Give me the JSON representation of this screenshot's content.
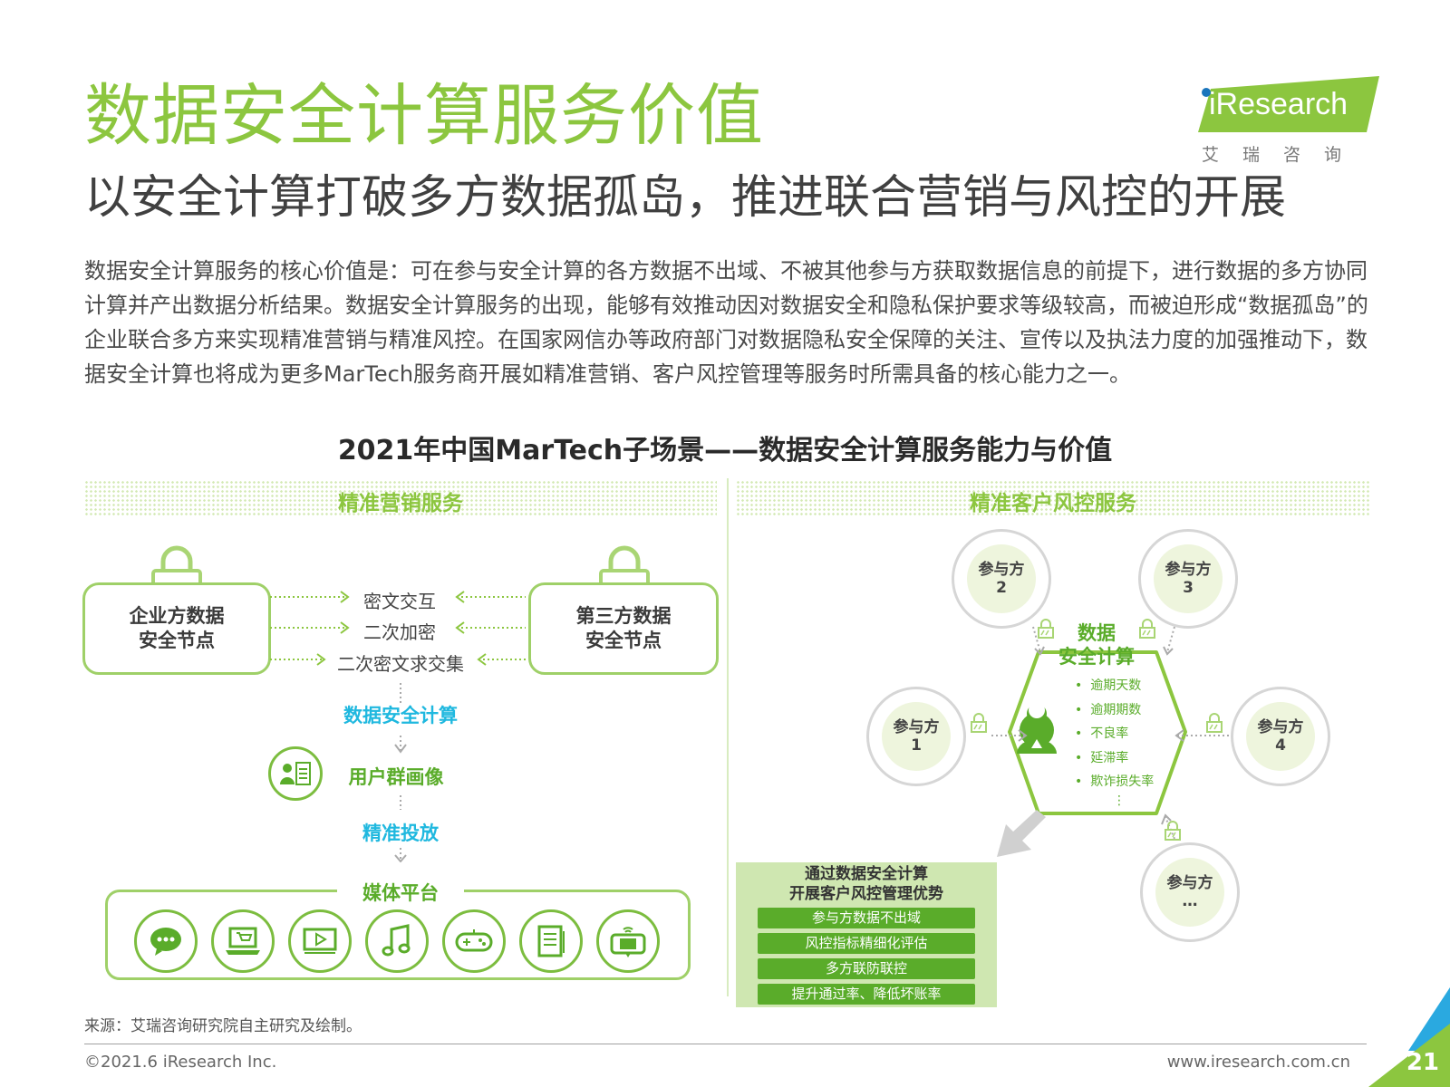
{
  "header": {
    "title": "数据安全计算服务价值",
    "subtitle": "以安全计算打破多方数据孤岛，推进联合营销与风控的开展",
    "logo_text": "iResearch",
    "logo_cn": "艾瑞咨询"
  },
  "body_text": "数据安全计算服务的核心价值是：可在参与安全计算的各方数据不出域、不被其他参与方获取数据信息的前提下，进行数据的多方协同计算并产出数据分析结果。数据安全计算服务的出现，能够有效推动因对数据安全和隐私保护要求等级较高，而被迫形成“数据孤岛”的企业联合多方来实现精准营销与精准风控。在国家网信办等政府部门对数据隐私安全保障的关注、宣传以及执法力度的加强推动下，数据安全计算也将成为更多MarTech服务商开展如精准营销、客户风控管理等服务时所需具备的核心能力之一。",
  "diagram": {
    "title": "2021年中国MarTech子场景——数据安全计算服务能力与价值",
    "left": {
      "label": "精准营销服务",
      "enterprise_node": "企业方数据\n安全节点",
      "third_party_node": "第三方数据\n安全节点",
      "exchanges": [
        "密文交互",
        "二次加密",
        "二次密文求交集"
      ],
      "step_compute": "数据安全计算",
      "step_profile": "用户群画像",
      "step_delivery": "精准投放",
      "media_title": "媒体平台",
      "media_icons": [
        "chat-icon",
        "shop-laptop-icon",
        "video-icon",
        "music-icon",
        "gamepad-icon",
        "news-icon",
        "tablet-media-icon"
      ]
    },
    "right": {
      "label": "精准客户风控服务",
      "center_title": "数据\n安全计算",
      "metrics": [
        "逾期天数",
        "逾期期数",
        "不良率",
        "延滞率",
        "欺诈损失率",
        "⋮"
      ],
      "party_label": "参与方",
      "parties": [
        "2",
        "3",
        "1",
        "4",
        "…"
      ],
      "advantage_title": "通过数据安全计算\n开展客户风控管理优势",
      "advantages": [
        "参与方数据不出域",
        "风控指标精细化评估",
        "多方联防联控",
        "提升通过率、降低坏账率"
      ]
    }
  },
  "footer": {
    "source": "来源：艾瑞咨询研究院自主研究及绘制。",
    "copyright": "©2021.6 iResearch Inc.",
    "website": "www.iresearch.com.cn",
    "page_number": "21"
  },
  "colors": {
    "brand_green": "#8cc63f",
    "dark_green": "#5aac2a",
    "cyan": "#1fb8df"
  }
}
